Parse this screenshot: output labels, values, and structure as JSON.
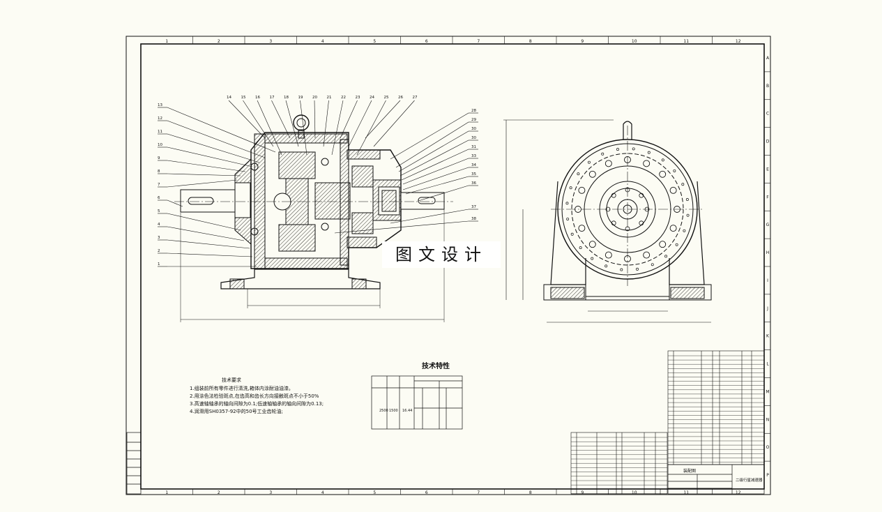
{
  "border": {
    "columns": [
      "1",
      "2",
      "3",
      "4",
      "5",
      "6",
      "7",
      "8",
      "9",
      "10",
      "11",
      "12"
    ],
    "rows": [
      "A",
      "B",
      "C",
      "D",
      "E",
      "F",
      "G",
      "H",
      "I",
      "J",
      "K",
      "L",
      "M",
      "N",
      "O",
      "P"
    ]
  },
  "watermark": "图文设计",
  "callouts_left": [
    "13",
    "12",
    "11",
    "10",
    "9",
    "8",
    "7",
    "6",
    "5",
    "4",
    "3",
    "2",
    "1"
  ],
  "callouts_top": [
    "14",
    "15",
    "16",
    "17",
    "18",
    "19",
    "20",
    "21",
    "22",
    "23",
    "24",
    "25",
    "26",
    "27"
  ],
  "callouts_right": [
    "28",
    "29",
    "30",
    "30",
    "31",
    "33",
    "34",
    "35",
    "36",
    "37",
    "38"
  ],
  "tech_req": {
    "heading": "技术要求",
    "lines": [
      "1.组装前所有零件进行清洗,箱体内涂耐油油漆。",
      "2.用涂色法检验斑点,在齿高和齿长方向接触斑点不小于50%",
      "3.高速轴轴承的轴向间隙为0.1;低速轴轴承的轴向间隙为0.13;",
      "4.润滑用SH0357-92中的50号工业齿轮油;"
    ]
  },
  "tech_table": {
    "title": "技术特性",
    "values": [
      "2500",
      "1500",
      "16.44"
    ]
  },
  "title_block": {
    "product_name": "二级行星减速器",
    "drawing_label": "装配图"
  },
  "colors": {
    "line": "#111111",
    "paper": "#fcfcf4",
    "hatch": "#222222"
  }
}
